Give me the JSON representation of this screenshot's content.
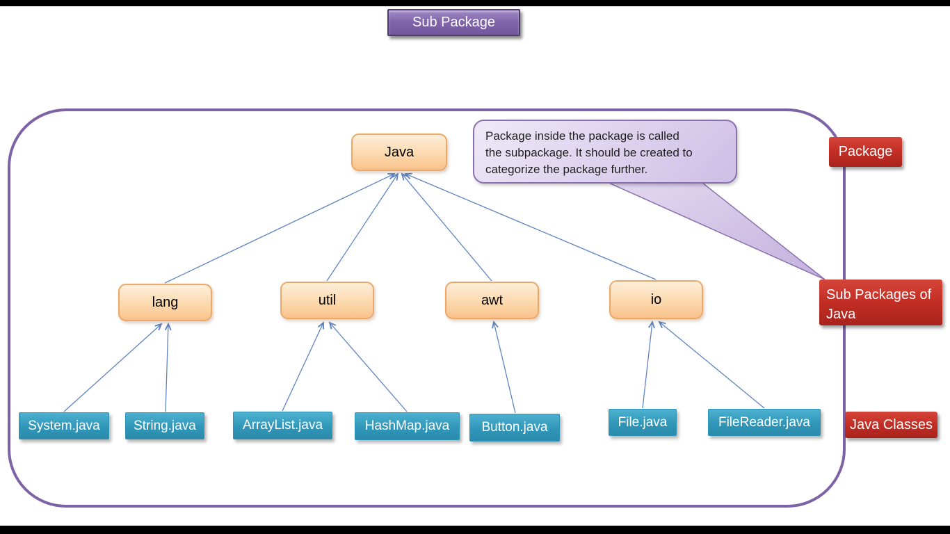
{
  "slide": {
    "title_banner": "Sub Package",
    "callout": {
      "lines": [
        "Package inside the package is called",
        "the subpackage. It should be created to",
        "categorize the package further."
      ]
    },
    "labels": {
      "package": "Package",
      "sub_packages": "Sub Packages of Java",
      "java_classes": "Java Classes"
    },
    "tree": {
      "root": {
        "label": "Java"
      },
      "packages": [
        {
          "label": "lang"
        },
        {
          "label": "util"
        },
        {
          "label": "awt"
        },
        {
          "label": "io"
        }
      ],
      "classes": [
        {
          "label": "System.java",
          "parent": "lang"
        },
        {
          "label": "String.java",
          "parent": "lang"
        },
        {
          "label": "ArrayList.java",
          "parent": "util"
        },
        {
          "label": "HashMap.java",
          "parent": "util"
        },
        {
          "label": "Button.java",
          "parent": "awt"
        },
        {
          "label": "File.java",
          "parent": "io"
        },
        {
          "label": "FileReader.java",
          "parent": "io"
        }
      ],
      "edges": [
        {
          "from": "lang",
          "to": "Java"
        },
        {
          "from": "util",
          "to": "Java"
        },
        {
          "from": "awt",
          "to": "Java"
        },
        {
          "from": "io",
          "to": "Java"
        },
        {
          "from": "System.java",
          "to": "lang"
        },
        {
          "from": "String.java",
          "to": "lang"
        },
        {
          "from": "ArrayList.java",
          "to": "util"
        },
        {
          "from": "HashMap.java",
          "to": "util"
        },
        {
          "from": "Button.java",
          "to": "awt"
        },
        {
          "from": "File.java",
          "to": "io"
        },
        {
          "from": "FileReader.java",
          "to": "io"
        }
      ]
    },
    "colors": {
      "purple_border": "#7d62a6",
      "title_fill": "#7d5fa8",
      "orange_fill": "#fbd0a0",
      "orange_border": "#eda766",
      "teal_fill": "#3097b9",
      "red_fill": "#c22d24",
      "callout_fill": "#ddd2ee",
      "connector_blue": "#5e83c0"
    }
  }
}
